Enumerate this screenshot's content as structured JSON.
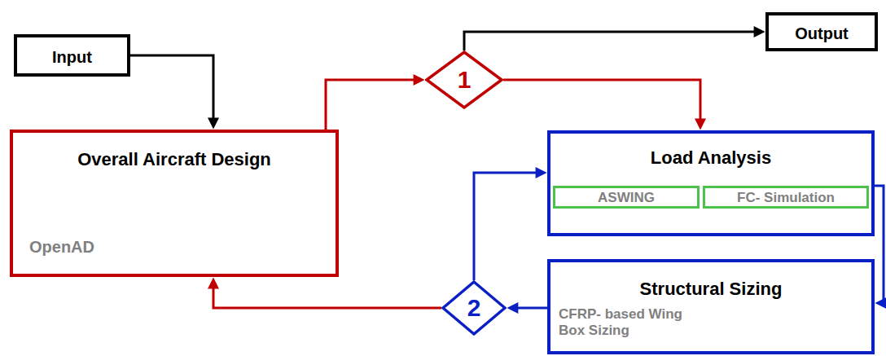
{
  "diagram": {
    "nodes": [
      {
        "text": [
          "Input"
        ]
      },
      {
        "text": [
          "Output"
        ]
      },
      {
        "text": [
          "Overall Aircraft Design",
          "OpenAD"
        ]
      },
      {
        "text": [
          "1"
        ]
      },
      {
        "text": [
          "Load Analysis"
        ]
      },
      {
        "text": [
          "ASWING"
        ],
        "in": 4
      },
      {
        "text": [
          "FC- Simulation"
        ],
        "in": 4
      },
      {
        "text": [
          "Structural Sizing",
          "CFRP- based Wing Box Sizing"
        ]
      },
      {
        "text": [
          "2"
        ]
      }
    ],
    "edges": [
      {
        "from": 0,
        "to": 2,
        "arrow": "to"
      },
      {
        "from": 2,
        "to": 3,
        "arrow": "to"
      },
      {
        "from": 3,
        "to": 1,
        "arrow": "to"
      },
      {
        "from": 3,
        "to": 4,
        "arrow": "to"
      },
      {
        "from": 5,
        "to": 6,
        "arrow": "to"
      },
      {
        "from": 6,
        "to": 5,
        "arrow": "to"
      },
      {
        "from": 4,
        "to": 7,
        "arrow": "to"
      },
      {
        "from": 7,
        "to": 8,
        "arrow": "to"
      },
      {
        "from": 8,
        "to": 4,
        "arrow": "to"
      },
      {
        "from": 8,
        "to": 2,
        "arrow": "to"
      }
    ]
  }
}
